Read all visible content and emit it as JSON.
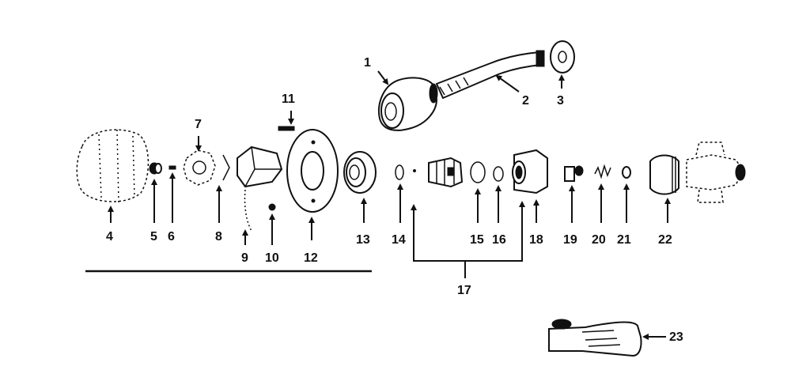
{
  "labels": {
    "p1": "1",
    "p2": "2",
    "p3": "3",
    "p4": "4",
    "p5": "5",
    "p6": "6",
    "p7": "7",
    "p8": "8",
    "p9": "9",
    "p10": "10",
    "p11": "11",
    "p12": "12",
    "p13": "13",
    "p14": "14",
    "p15": "15",
    "p16": "16",
    "p17": "17",
    "p18": "18",
    "p19": "19",
    "p20": "20",
    "p21": "21",
    "p22": "22",
    "p23": "23"
  },
  "colors": {
    "ink": "#111111",
    "paper": "#ffffff"
  }
}
